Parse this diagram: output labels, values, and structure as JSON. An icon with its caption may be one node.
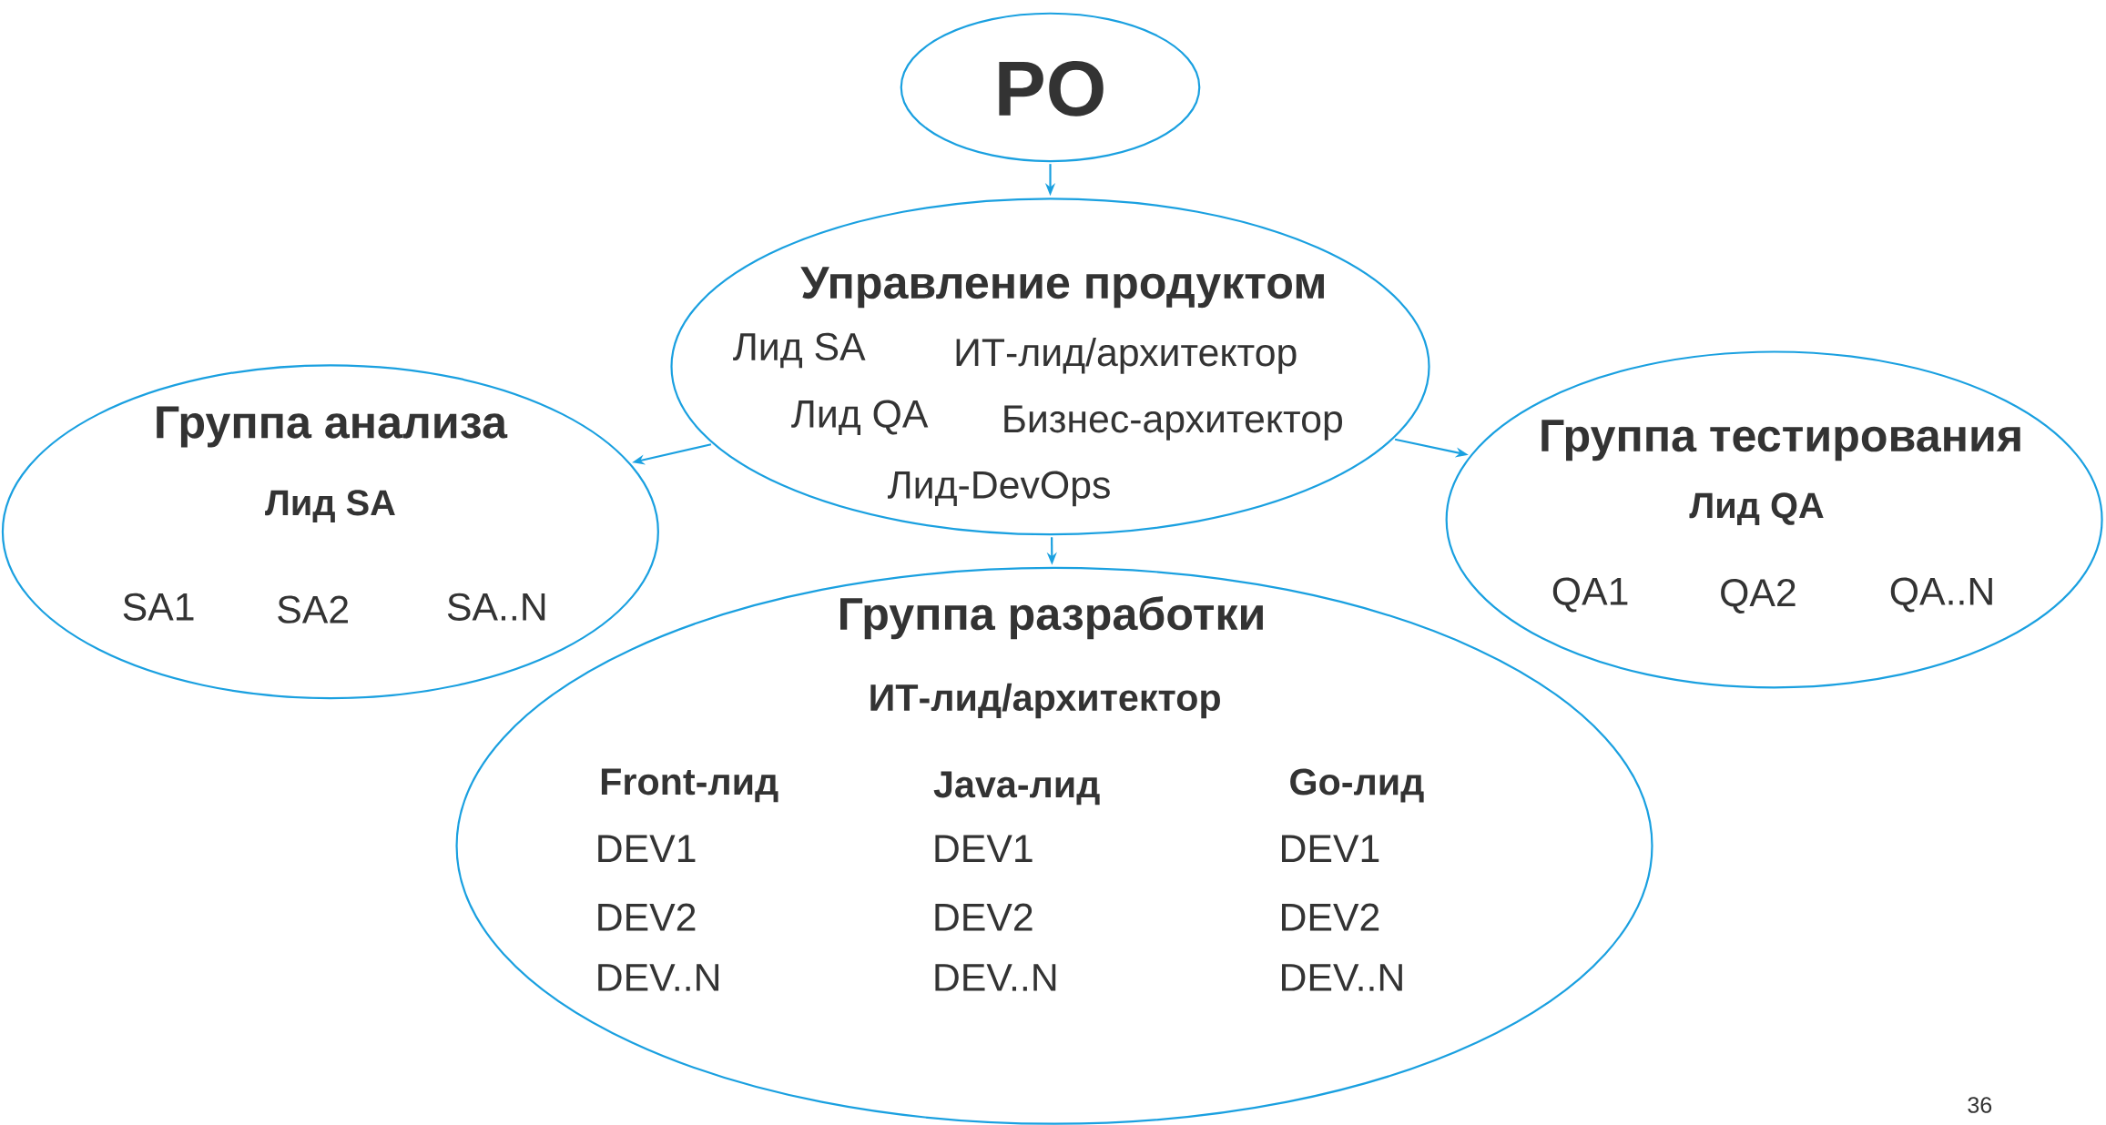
{
  "diagram": {
    "nodes": [
      {
        "text": [
          "PO"
        ]
      },
      {
        "text": [
          "Управление продуктом",
          "Лид SA",
          "ИТ-лид/архитектор",
          "Лид QA",
          "Бизнес-архитектор",
          "Лид-DevOps"
        ]
      },
      {
        "text": [
          "Группа анализа",
          "Лид SA",
          "SA1",
          "SA2",
          "SA..N"
        ]
      },
      {
        "text": [
          "Группа тестирования",
          "Лид QA",
          "QA1",
          "QA2",
          "QA..N"
        ]
      },
      {
        "text": [
          "Группа разработки",
          "ИТ-лид/архитектор",
          "Front-лид",
          "Java-лид",
          "Go-лид",
          "DEV1",
          "DEV2",
          "DEV..N",
          "DEV1",
          "DEV2",
          "DEV..N",
          "DEV1",
          "DEV2",
          "DEV..N"
        ]
      }
    ],
    "edges": [
      {
        "from": 0,
        "to": 1,
        "arrow": "to"
      },
      {
        "from": 1,
        "to": 2,
        "arrow": "to"
      },
      {
        "from": 1,
        "to": 3,
        "arrow": "to"
      },
      {
        "from": 1,
        "to": 4,
        "arrow": "to"
      }
    ],
    "labels": [
      "36"
    ]
  }
}
